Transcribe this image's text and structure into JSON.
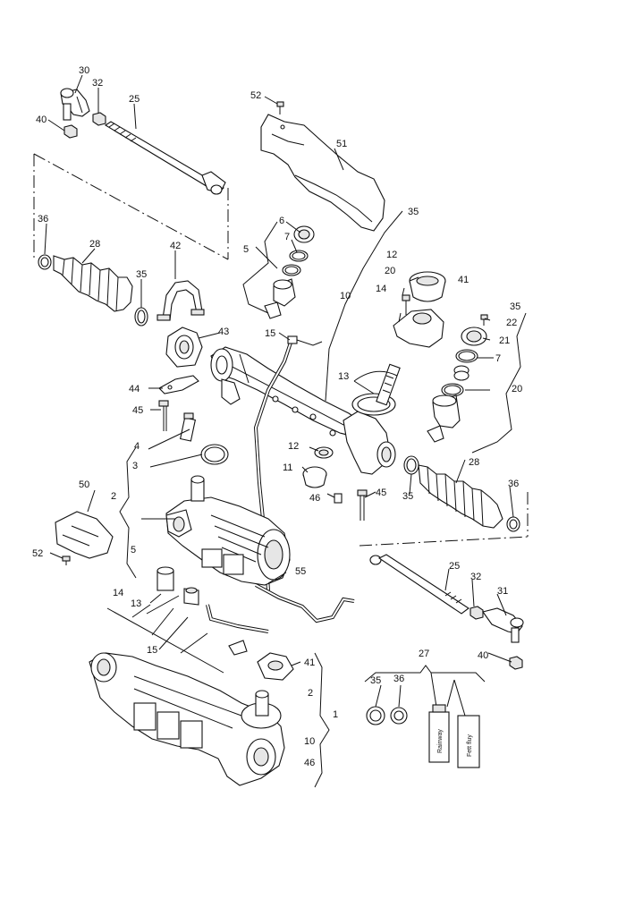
{
  "callouts": {
    "c30": "30",
    "c32a": "32",
    "c25a": "25",
    "c40a": "40",
    "c52a": "52",
    "c51": "51",
    "c36a": "36",
    "c28a": "28",
    "c42": "42",
    "c6": "6",
    "c7a": "7",
    "c5a": "5",
    "c35a": "35",
    "c12a": "12",
    "c20a": "20",
    "c41a": "41",
    "c14a": "14",
    "c10a": "10",
    "c35b": "35",
    "c22": "22",
    "c21": "21",
    "c43": "43",
    "c15a": "15",
    "c7b": "7",
    "c44": "44",
    "c13a": "13",
    "c20b": "20",
    "c45a": "45",
    "c4": "4",
    "c12b": "12",
    "c3": "3",
    "c11": "11",
    "c2a": "2",
    "c46a": "46",
    "c45b": "45",
    "c35c": "35",
    "c28b": "28",
    "c36b": "36",
    "c50": "50",
    "c5b": "5",
    "c52b": "52",
    "c55": "55",
    "c25b": "25",
    "c32b": "32",
    "c31": "31",
    "c14b": "14",
    "c13b": "13",
    "c15b": "15",
    "c41b": "41",
    "c40b": "40",
    "c2b": "2",
    "c1": "1",
    "c10b": "10",
    "c46b": "46",
    "c27": "27",
    "c35d": "35",
    "c36c": "36"
  },
  "kit_labels": {
    "tube_label": "Rainway",
    "bottle_label": "Fett fluy"
  },
  "icons": [
    "steering-rack-assembly",
    "tie-rod",
    "tie-rod-end",
    "bellows-boot",
    "mounting-clamp",
    "servo-valve-housing",
    "fluid-line",
    "grease-tube"
  ]
}
